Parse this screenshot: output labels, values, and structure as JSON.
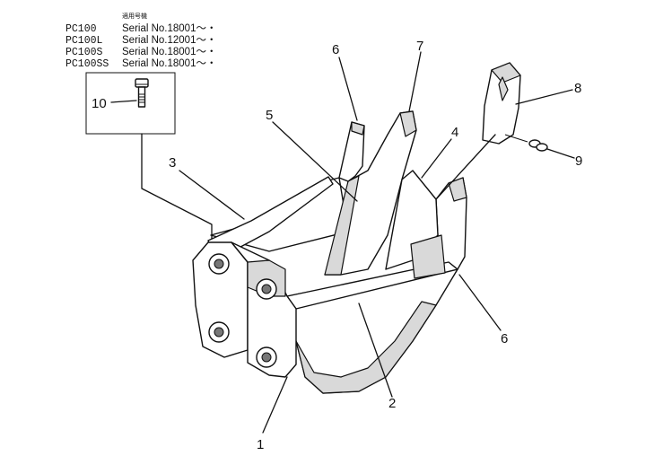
{
  "applicability": {
    "header": "適用号機",
    "rows": [
      {
        "model": "PC100",
        "serial": "Serial No.18001～・"
      },
      {
        "model": "PC100L",
        "serial": "Serial No.12001～・"
      },
      {
        "model": "PC100S",
        "serial": "Serial No.18001～・"
      },
      {
        "model": "PC100SS",
        "serial": "Serial No.18001～・"
      }
    ]
  },
  "callouts": {
    "c1": "1",
    "c2": "2",
    "c3": "3",
    "c4": "4",
    "c5": "5",
    "c6a": "6",
    "c6b": "6",
    "c7": "7",
    "c8": "8",
    "c9": "9",
    "c10": "10"
  },
  "colors": {
    "line": "#111111",
    "background": "#ffffff"
  }
}
